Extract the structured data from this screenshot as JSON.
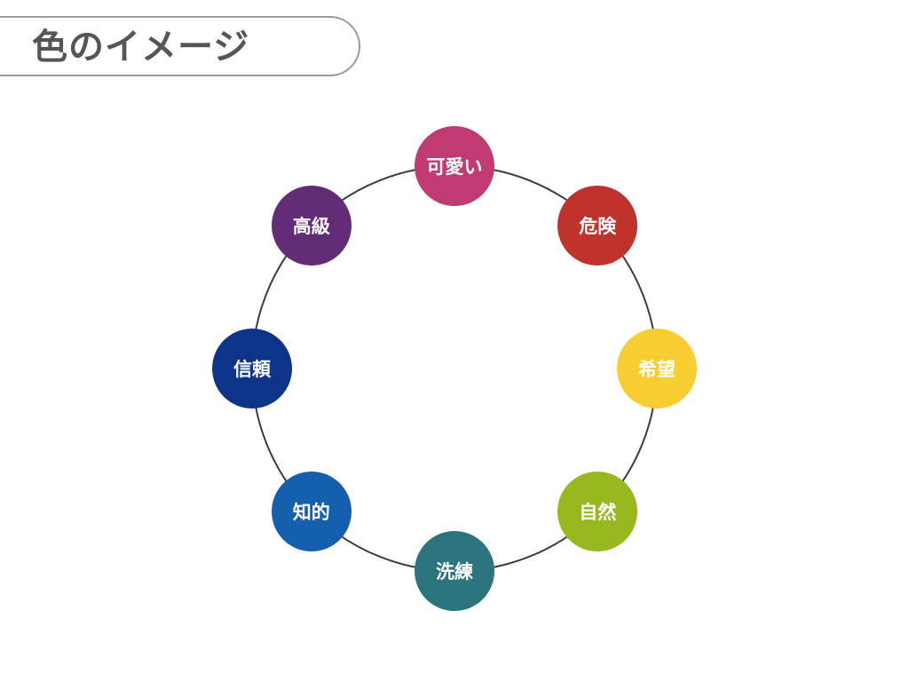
{
  "title": "色のイメージ",
  "colors": {
    "title_border": "#9a9a9a",
    "title_text": "#555555",
    "ring_stroke": "#3c3c3c"
  },
  "nodes": [
    {
      "label": "可愛い",
      "color": "#c13b72"
    },
    {
      "label": "危険",
      "color": "#c0322c"
    },
    {
      "label": "希望",
      "color": "#f7cd32"
    },
    {
      "label": "自然",
      "color": "#97b81f"
    },
    {
      "label": "洗練",
      "color": "#2b747e"
    },
    {
      "label": "知的",
      "color": "#1460ae"
    },
    {
      "label": "信頼",
      "color": "#0e3489"
    },
    {
      "label": "高級",
      "color": "#632c77"
    }
  ]
}
